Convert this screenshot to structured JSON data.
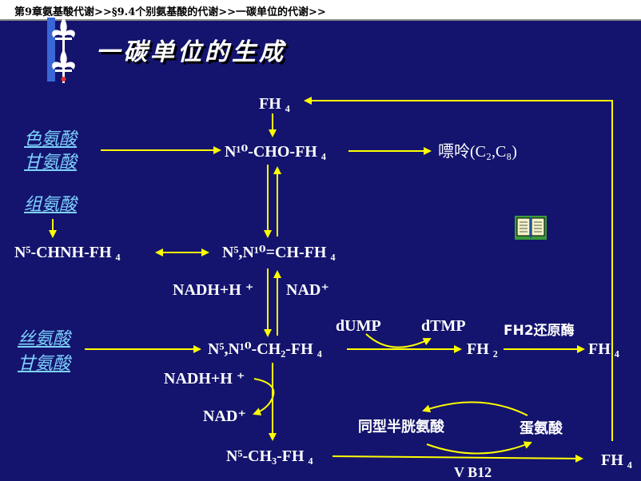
{
  "header": {
    "breadcrumb": "第9章氨基酸代谢>>§9.4个别氨基酸的代谢>>一碳单位的代谢>>"
  },
  "title": "一碳单位的生成",
  "colors": {
    "background": "#14146e",
    "arrow": "#ffff00",
    "text": "#ffffff",
    "source_text": "#7fd4ff"
  },
  "sources": {
    "top": [
      "色氨酸",
      "甘氨酸"
    ],
    "middle": "组氨酸",
    "bottom": [
      "丝氨酸",
      "甘氨酸"
    ]
  },
  "nodes": {
    "fh4_top": "FH ₄",
    "cho_fh4": "N¹⁰-CHO-FH ₄",
    "purine": "嘌呤(C₂,C₈)",
    "chnh_fh4": "N⁵-CHNH-FH ₄",
    "ch_fh4": "N⁵,N¹⁰=CH-FH ₄",
    "ch2_fh4": "N⁵,N¹⁰-CH₂-FH ₄",
    "fh2": "FH ₂",
    "fh4_right_mid": "FH ₄",
    "ch3_fh4": "N⁵-CH₃-FH ₄",
    "fh4_bottom": "FH ₄"
  },
  "labels": {
    "nadh_1": "NADH+H ⁺",
    "nad_1": "NAD⁺",
    "dump": "dUMP",
    "dtmp": "dTMP",
    "fh2_reduce": "FH2还原酶",
    "nadh_2": "NADH+H ⁺",
    "nad_2": "NAD⁺",
    "homocysteine": "同型半胱氨酸",
    "methionine": "蛋氨酸",
    "vb12": "V B12"
  },
  "icons": {
    "logo": "fleur-de-lis-icon",
    "book": "book-icon"
  }
}
